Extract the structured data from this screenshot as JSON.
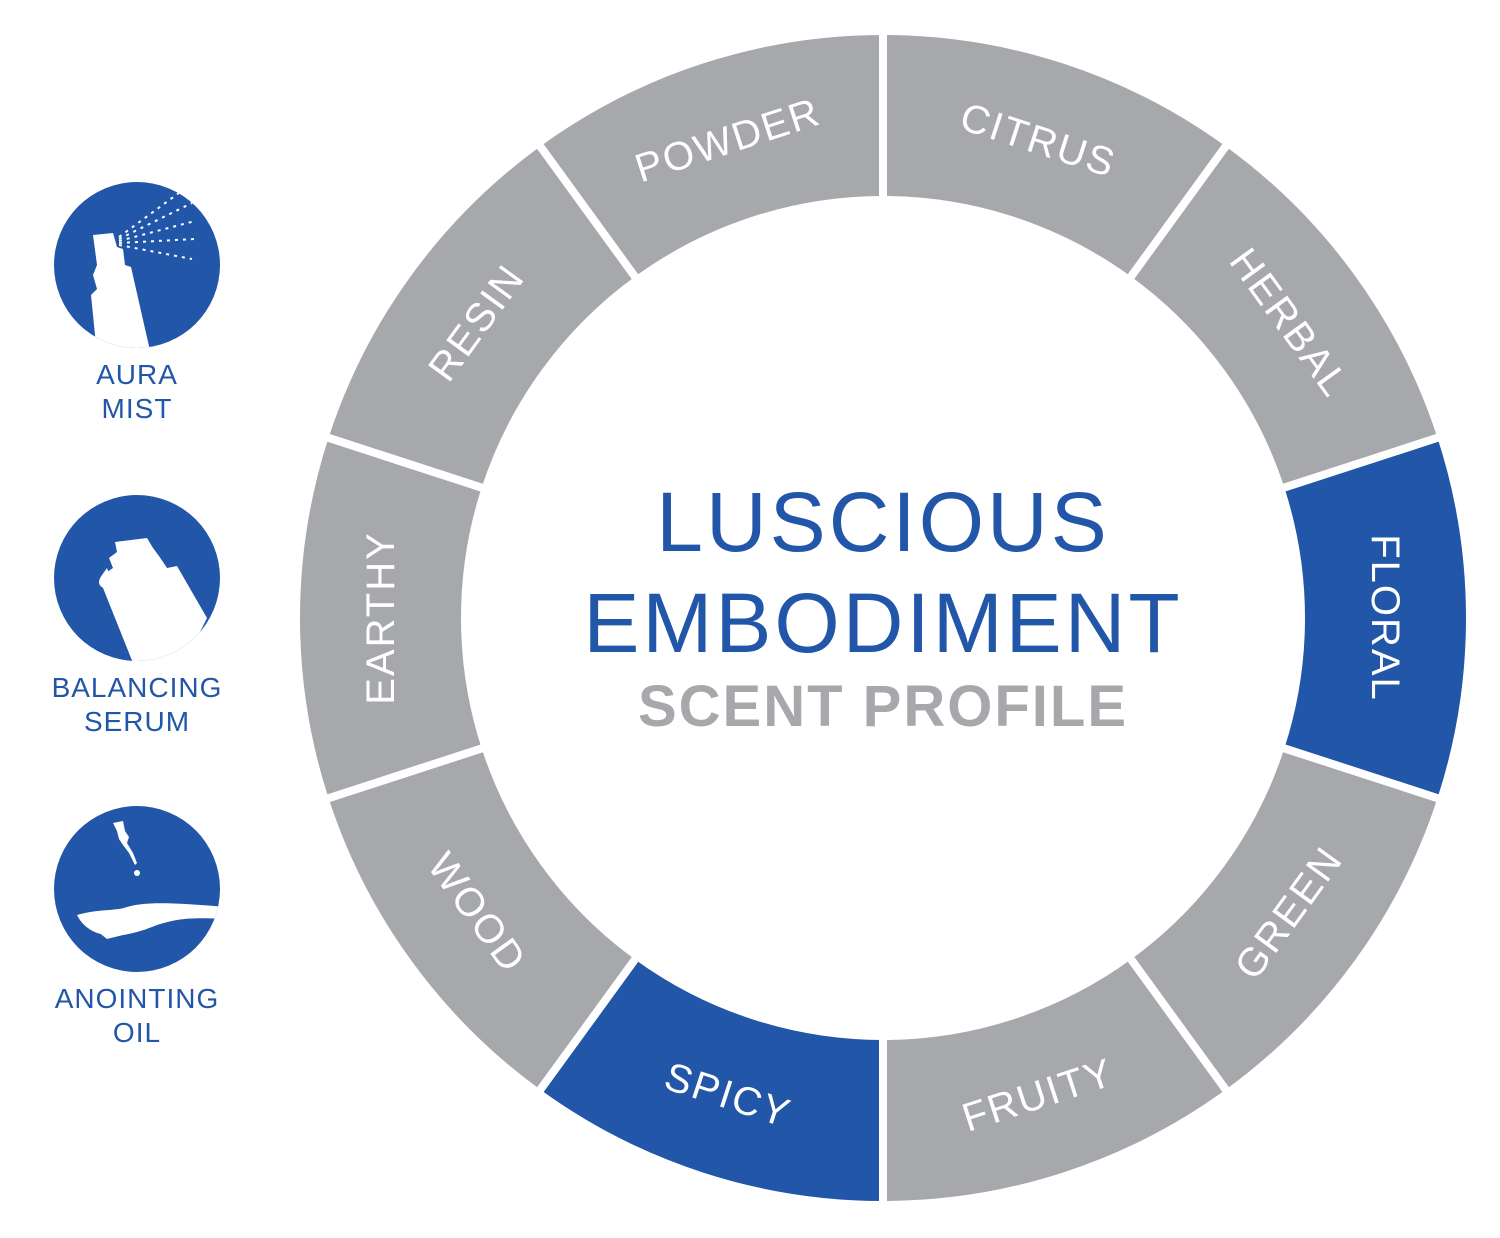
{
  "title": {
    "line1": "LUSCIOUS",
    "line2": "EMBODIMENT",
    "subtitle": "SCENT PROFILE"
  },
  "colors": {
    "highlight": "#2156a8",
    "base": "#a7a8ab"
  },
  "segments": [
    {
      "label": "CITRUS",
      "highlighted": false
    },
    {
      "label": "HERBAL",
      "highlighted": false
    },
    {
      "label": "FLORAL",
      "highlighted": true
    },
    {
      "label": "GREEN",
      "highlighted": false
    },
    {
      "label": "FRUITY",
      "highlighted": false
    },
    {
      "label": "SPICY",
      "highlighted": true
    },
    {
      "label": "WOOD",
      "highlighted": false
    },
    {
      "label": "EARTHY",
      "highlighted": false
    },
    {
      "label": "RESIN",
      "highlighted": false
    },
    {
      "label": "POWDER",
      "highlighted": false
    }
  ],
  "products": [
    {
      "line1": "AURA",
      "line2": "MIST",
      "icon": "spray-bottle-icon"
    },
    {
      "line1": "BALANCING",
      "line2": "SERUM",
      "icon": "pump-bottle-icon"
    },
    {
      "line1": "ANOINTING",
      "line2": "OIL",
      "icon": "dropper-hand-icon"
    }
  ]
}
